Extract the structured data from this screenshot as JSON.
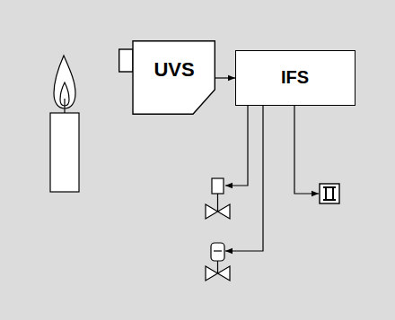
{
  "diagram": {
    "nodes": [
      {
        "text": [
          "UVS"
        ]
      },
      {
        "text": [
          "IFS"
        ]
      }
    ],
    "edges": [
      {
        "from": 0,
        "to": 1,
        "arrow": "to"
      }
    ]
  }
}
